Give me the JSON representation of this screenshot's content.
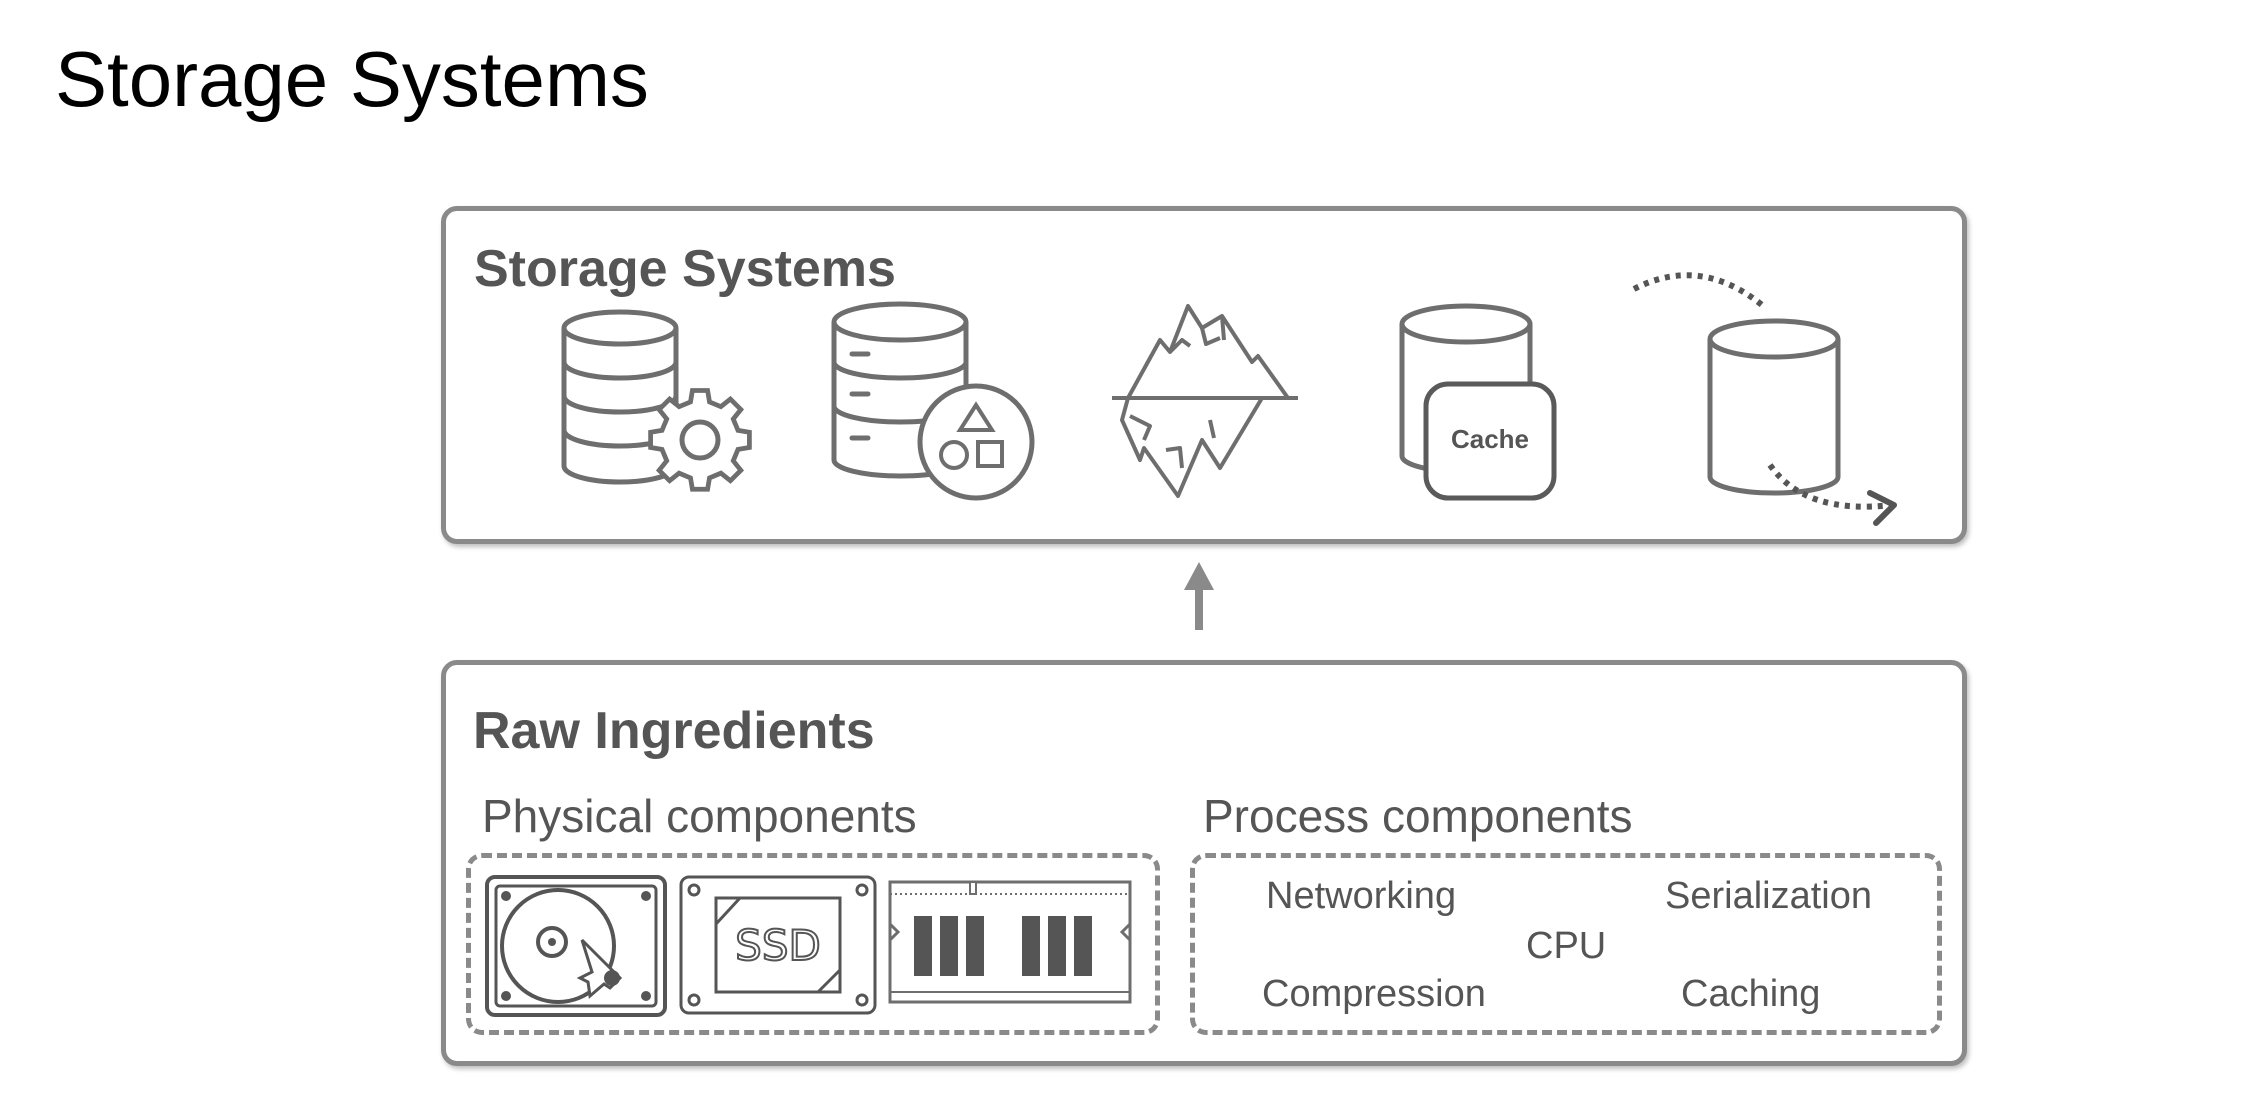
{
  "page": {
    "title": "Storage Systems"
  },
  "storage_box": {
    "title": "Storage Systems",
    "icons": [
      "database-gear-icon",
      "database-shapes-icon",
      "iceberg-icon",
      "database-cache-icon",
      "database-flow-icon"
    ],
    "cache_label": "Cache"
  },
  "raw_box": {
    "title": "Raw Ingredients",
    "physical": {
      "heading": "Physical components",
      "icons": [
        "hard-drive-icon",
        "ssd-icon",
        "ram-icon"
      ],
      "ssd_label": "SSD"
    },
    "process": {
      "heading": "Process components",
      "items": [
        "Networking",
        "Serialization",
        "CPU",
        "Compression",
        "Caching"
      ]
    }
  }
}
